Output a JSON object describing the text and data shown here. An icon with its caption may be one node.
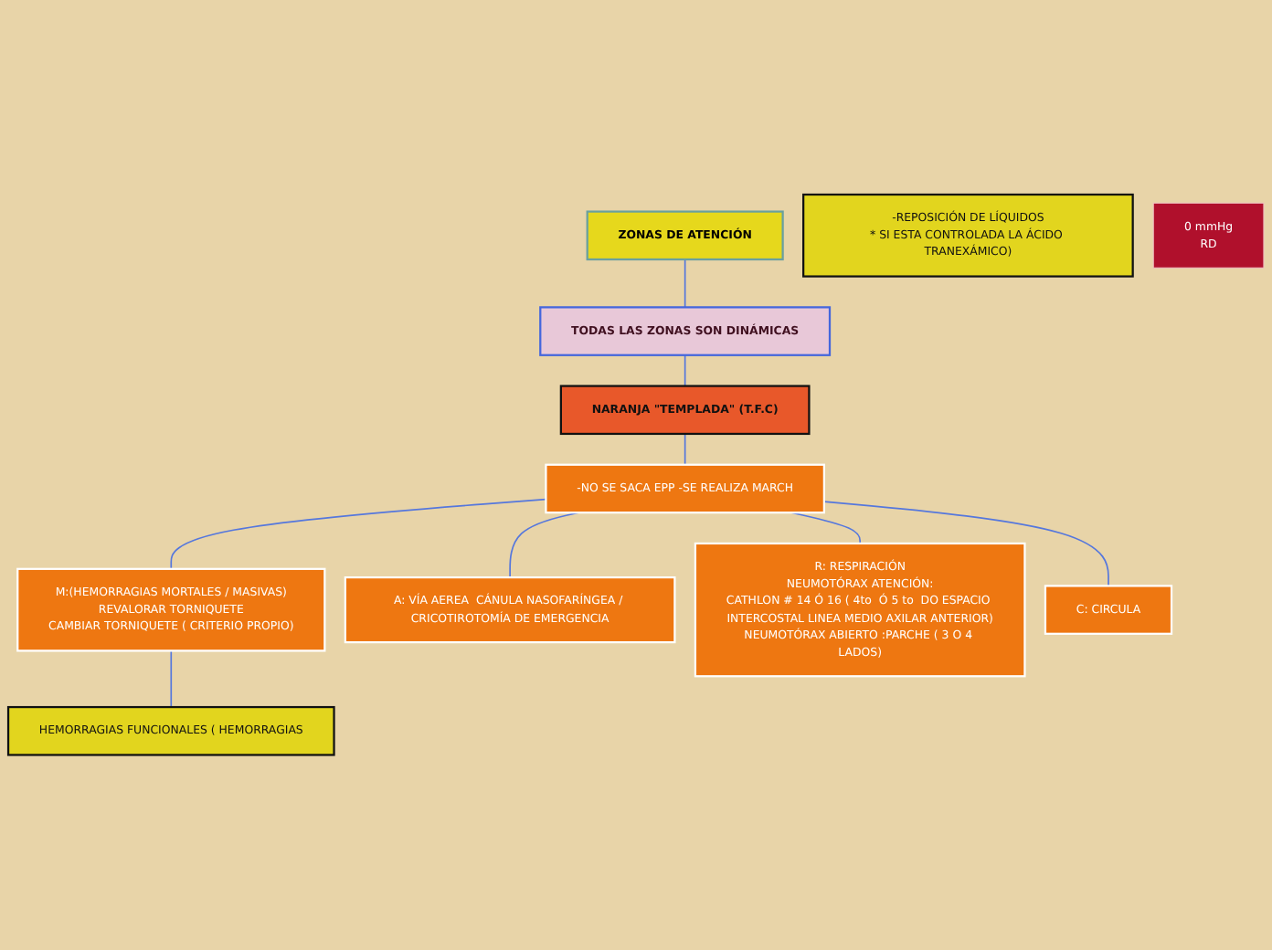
{
  "diagram": {
    "nodes": [
      {
        "text": [
          "ZONAS DE ATENCIÓN"
        ]
      },
      {
        "text": [
          "TODAS LAS ZONAS SON DINÁMICAS"
        ]
      },
      {
        "text": [
          "NARANJA \"TEMPLADA\" (T.F.C)"
        ]
      },
      {
        "text": [
          "-NO SE SACA EPP -SE REALIZA MARCH"
        ]
      },
      {
        "text": [
          "M:(HEMORRAGIAS MORTALES / MASIVAS)",
          "REVALORAR TORNIQUETE",
          "CAMBIAR TORNIQUETE  ( CRITERIO PROPIO)"
        ]
      },
      {
        "text": [
          "A: VÍA AEREA  CÁNULA NASOFARÍNGEA / CRICOTIROTOMÍA DE EMERGENCIA"
        ]
      },
      {
        "text": [
          "R: RESPIRACIÓN",
          "NEUMOTÓRAX ATENCIÓN:",
          "CATHLON # 14 Ó 16 ( 4to  Ó 5 to  DO ESPACIO INTERCOSTAL LINEA MEDIO AXILAR ANTERIOR)",
          "NEUMOTÓRAX ABIERTO :PARCHE ( 3 O 4 LADOS)"
        ]
      },
      {
        "text": [
          "C: CIRCULA"
        ]
      },
      {
        "text": [
          "HEMORRAGIAS FUNCIONALES ( HEMORRAGIAS"
        ]
      },
      {
        "text": [
          "-REPOSICIÓN DE LÍQUIDOS",
          "* SI ESTA CONTROLADA LA ÁCIDO TRANEXÁMICO)"
        ]
      },
      {
        "text": [
          "0 mmHg",
          "RD"
        ]
      }
    ],
    "edges": [
      {
        "from": 0,
        "to": 1,
        "arrow": "none"
      },
      {
        "from": 1,
        "to": 2,
        "arrow": "none"
      },
      {
        "from": 2,
        "to": 3,
        "arrow": "none"
      },
      {
        "from": 3,
        "to": 4,
        "arrow": "none"
      },
      {
        "from": 3,
        "to": 5,
        "arrow": "none"
      },
      {
        "from": 3,
        "to": 6,
        "arrow": "none"
      },
      {
        "from": 3,
        "to": 7,
        "arrow": "none"
      },
      {
        "from": 4,
        "to": 8,
        "arrow": "none"
      }
    ]
  }
}
